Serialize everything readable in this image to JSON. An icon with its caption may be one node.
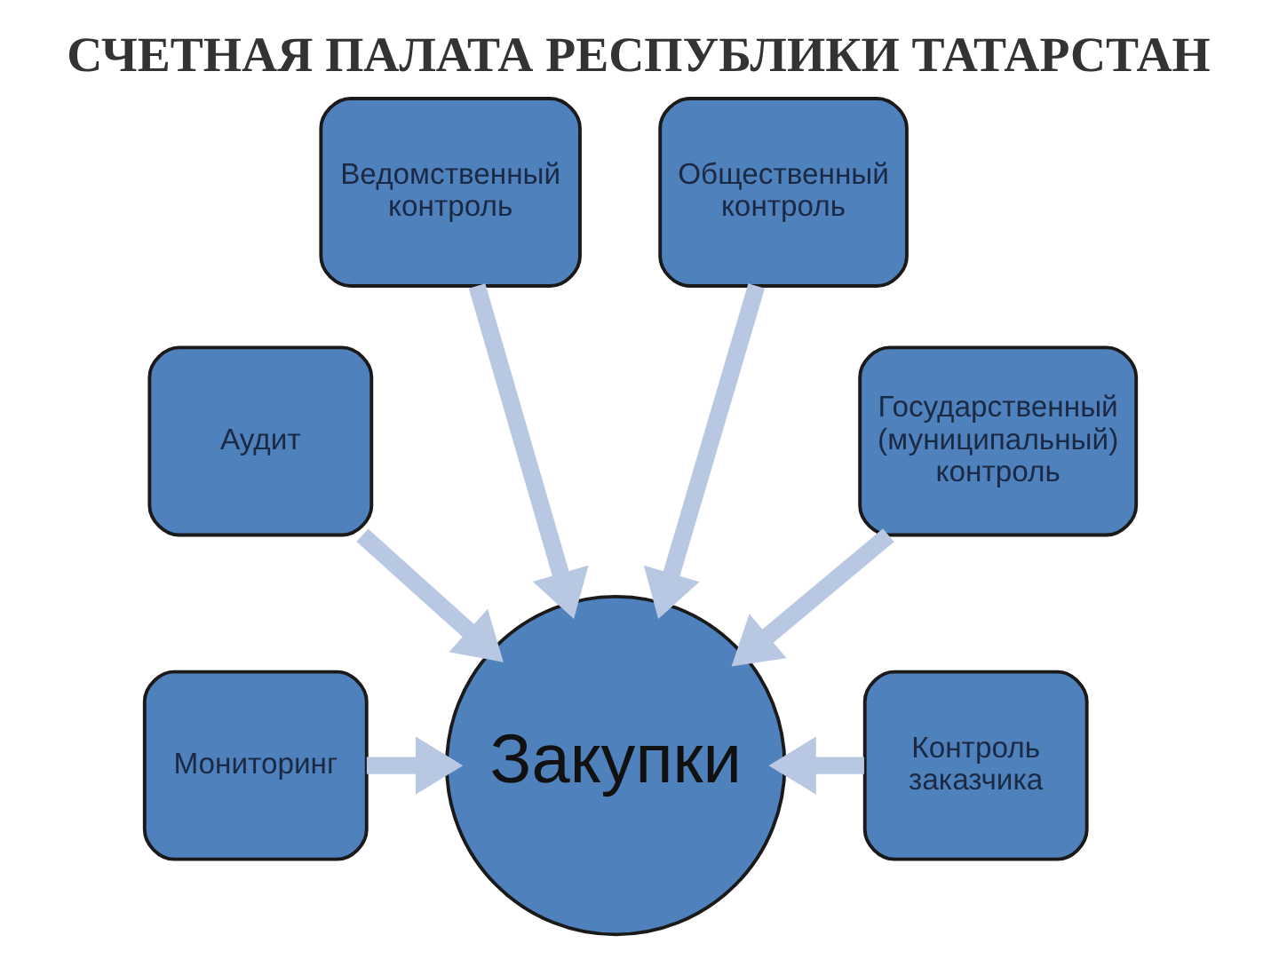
{
  "diagram": {
    "title": "СЧЕТНАЯ ПАЛАТА РЕСПУБЛИКИ ТАТАРСТАН",
    "nodes": [
      {
        "text": [
          "Ведомственный контроль"
        ]
      },
      {
        "text": [
          "Общественный контроль"
        ]
      },
      {
        "text": [
          "Аудит"
        ]
      },
      {
        "text": [
          "Государственный (муниципальный) контроль"
        ]
      },
      {
        "text": [
          "Мониторинг"
        ]
      },
      {
        "text": [
          "Закупки"
        ]
      },
      {
        "text": [
          "Контроль заказчика"
        ]
      }
    ],
    "edges": [
      {
        "from": 0,
        "to": 5,
        "arrow": "to"
      },
      {
        "from": 1,
        "to": 5,
        "arrow": "to"
      },
      {
        "from": 2,
        "to": 5,
        "arrow": "to"
      },
      {
        "from": 3,
        "to": 5,
        "arrow": "to"
      },
      {
        "from": 4,
        "to": 5,
        "arrow": "to"
      },
      {
        "from": 6,
        "to": 5,
        "arrow": "to"
      }
    ]
  }
}
